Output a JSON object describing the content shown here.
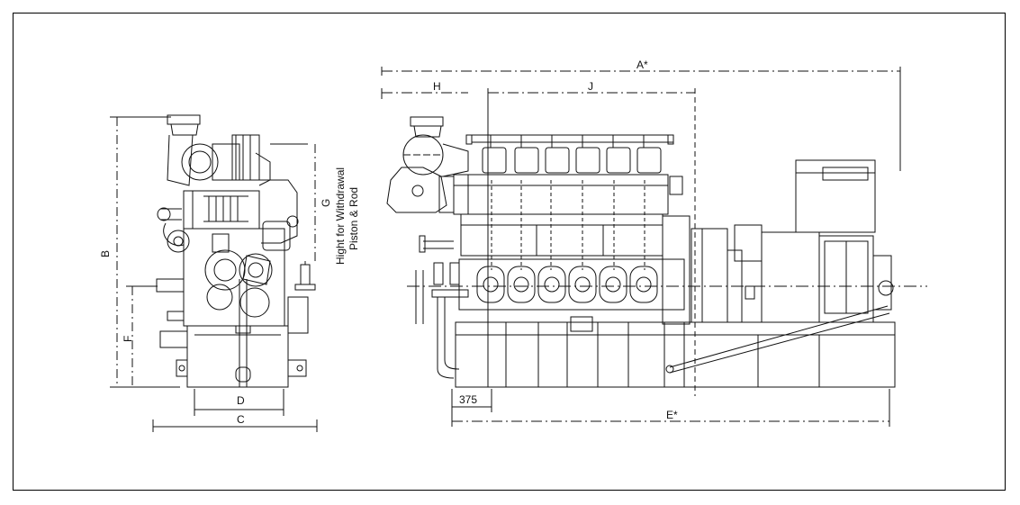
{
  "figure": {
    "labels": {
      "A": "A*",
      "H": "H",
      "J": "J",
      "B": "B",
      "F": "F",
      "G": "G",
      "D": "D",
      "C": "C",
      "E": "E*",
      "dim375": "375"
    },
    "withdrawal_text": {
      "line1": "Hight for Withdrawal",
      "line2": "Piston & Rod"
    }
  },
  "colors": {
    "line": "#111111",
    "background": "#ffffff"
  }
}
